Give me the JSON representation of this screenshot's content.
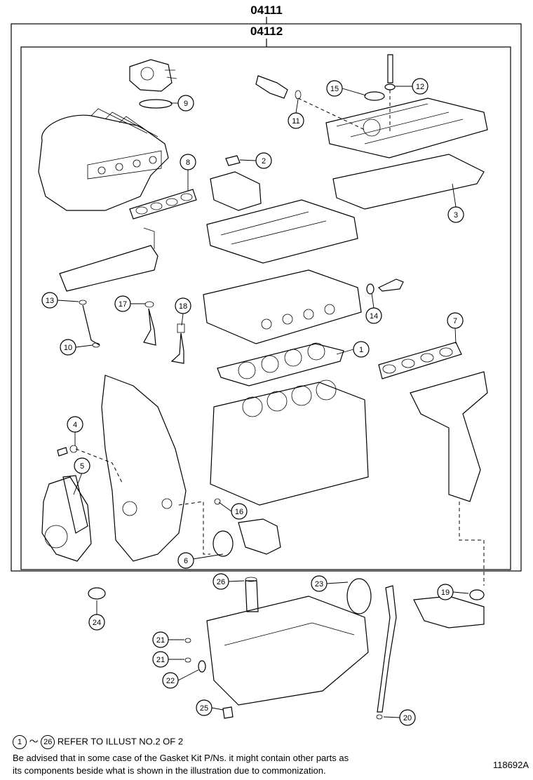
{
  "diagram": {
    "kit_outer_code": "04111",
    "kit_inner_code": "04112",
    "figure_id": "118692A",
    "callouts": [
      "1",
      "2",
      "3",
      "4",
      "5",
      "6",
      "7",
      "8",
      "9",
      "10",
      "11",
      "12",
      "13",
      "14",
      "15",
      "16",
      "17",
      "18",
      "19",
      "20",
      "21",
      "21",
      "22",
      "23",
      "24",
      "25",
      "26"
    ]
  },
  "notes": {
    "ref_start": "1",
    "ref_tilde": "～",
    "ref_end": "26",
    "ref_text": "REFER TO ILLUST NO.2 OF 2",
    "advice_line1": "Be advised that in some case of the Gasket Kit P/Ns.  it might contain other parts as",
    "advice_line2": "its components beside what is shown in the illustration due to commonization."
  }
}
